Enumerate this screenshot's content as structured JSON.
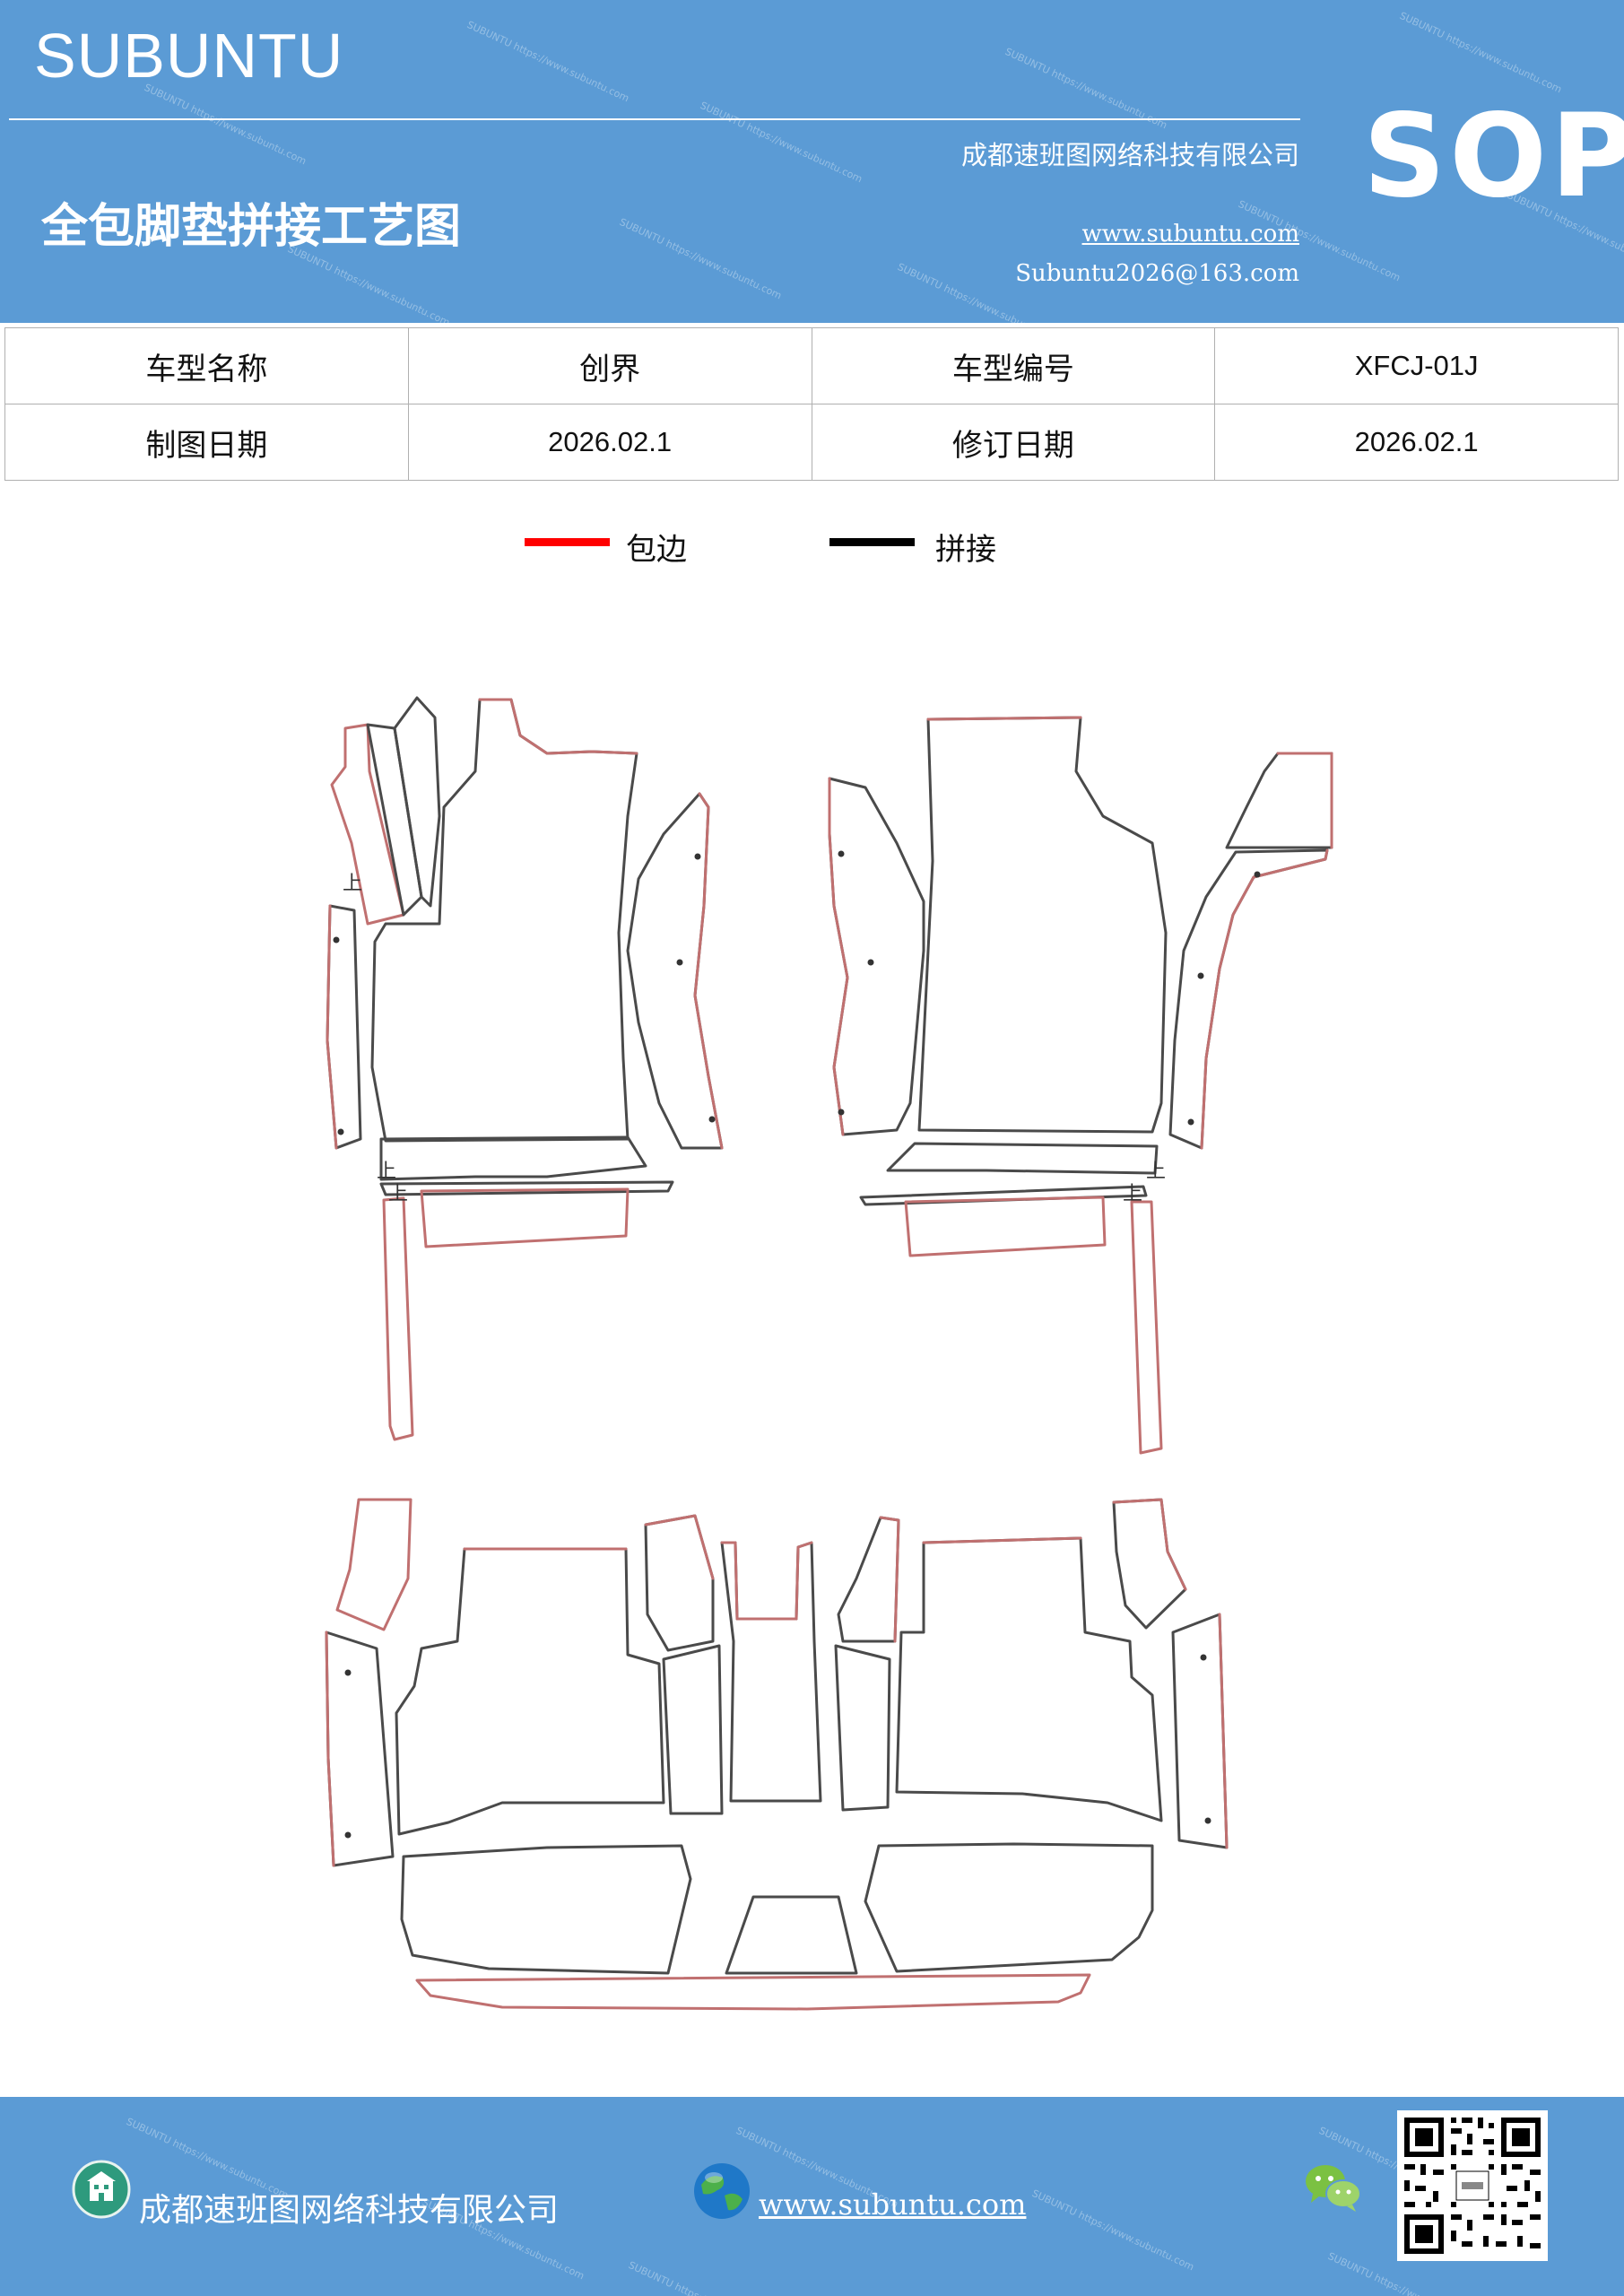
{
  "header": {
    "brand": "SUBUNTU",
    "company": "成都速班图网络科技有限公司",
    "doc_title": "全包脚垫拼接工艺图",
    "website": "www.subuntu.com",
    "email": "Subuntu2026@163.com",
    "badge": "SOP"
  },
  "info_table": {
    "model_name_label": "车型名称",
    "model_name_value": "创界",
    "model_code_label": "车型编号",
    "model_code_value": "XFCJ-01J",
    "drawing_date_label": "制图日期",
    "drawing_date_value": "2026.02.1",
    "revision_date_label": "修订日期",
    "revision_date_value": "2026.02.1"
  },
  "legend": {
    "edge_label": "包边",
    "edge_color": "#ff0000",
    "seam_label": "拼接",
    "seam_color": "#000000"
  },
  "diagram": {
    "marker_text": "上",
    "outline_color": "#4a4a4a",
    "edge_color": "#c07070"
  },
  "footer": {
    "company": "成都速班图网络科技有限公司",
    "website": "www.subuntu.com",
    "icons": [
      "building-icon",
      "globe-icon",
      "wechat-icon",
      "qr-code"
    ]
  },
  "colors": {
    "header_bg": "#5b9bd5",
    "footer_bg": "#5b9bd5"
  }
}
